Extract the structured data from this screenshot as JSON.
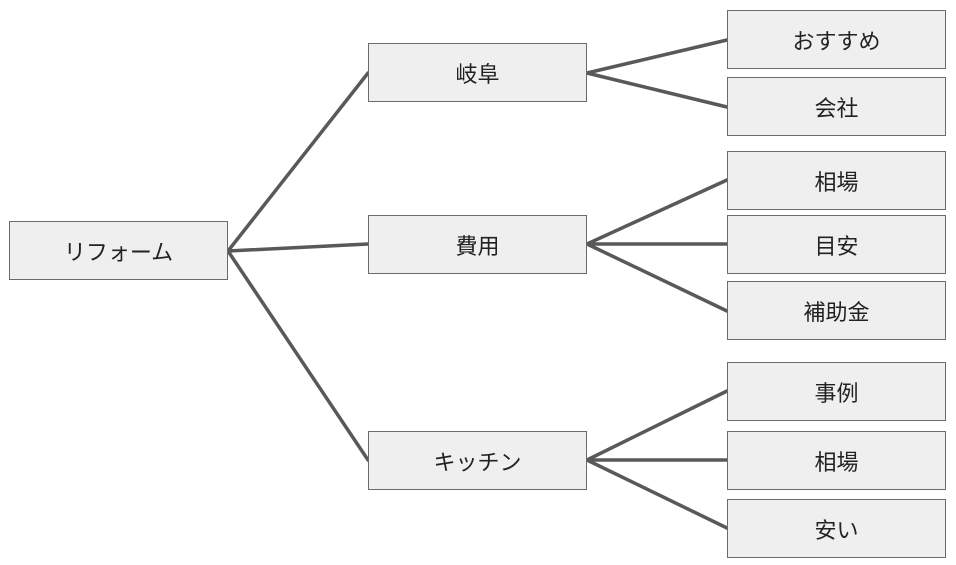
{
  "root": {
    "label": "リフォーム"
  },
  "branches": [
    {
      "label": "岐阜",
      "children": [
        {
          "label": "おすすめ"
        },
        {
          "label": "会社"
        }
      ]
    },
    {
      "label": "費用",
      "children": [
        {
          "label": "相場"
        },
        {
          "label": "目安"
        },
        {
          "label": "補助金"
        }
      ]
    },
    {
      "label": "キッチン",
      "children": [
        {
          "label": "事例"
        },
        {
          "label": "相場"
        },
        {
          "label": "安い"
        }
      ]
    }
  ],
  "colors": {
    "node_fill": "#efefef",
    "node_border": "#6b6b6b",
    "connector": "#595959",
    "text": "#222222"
  }
}
